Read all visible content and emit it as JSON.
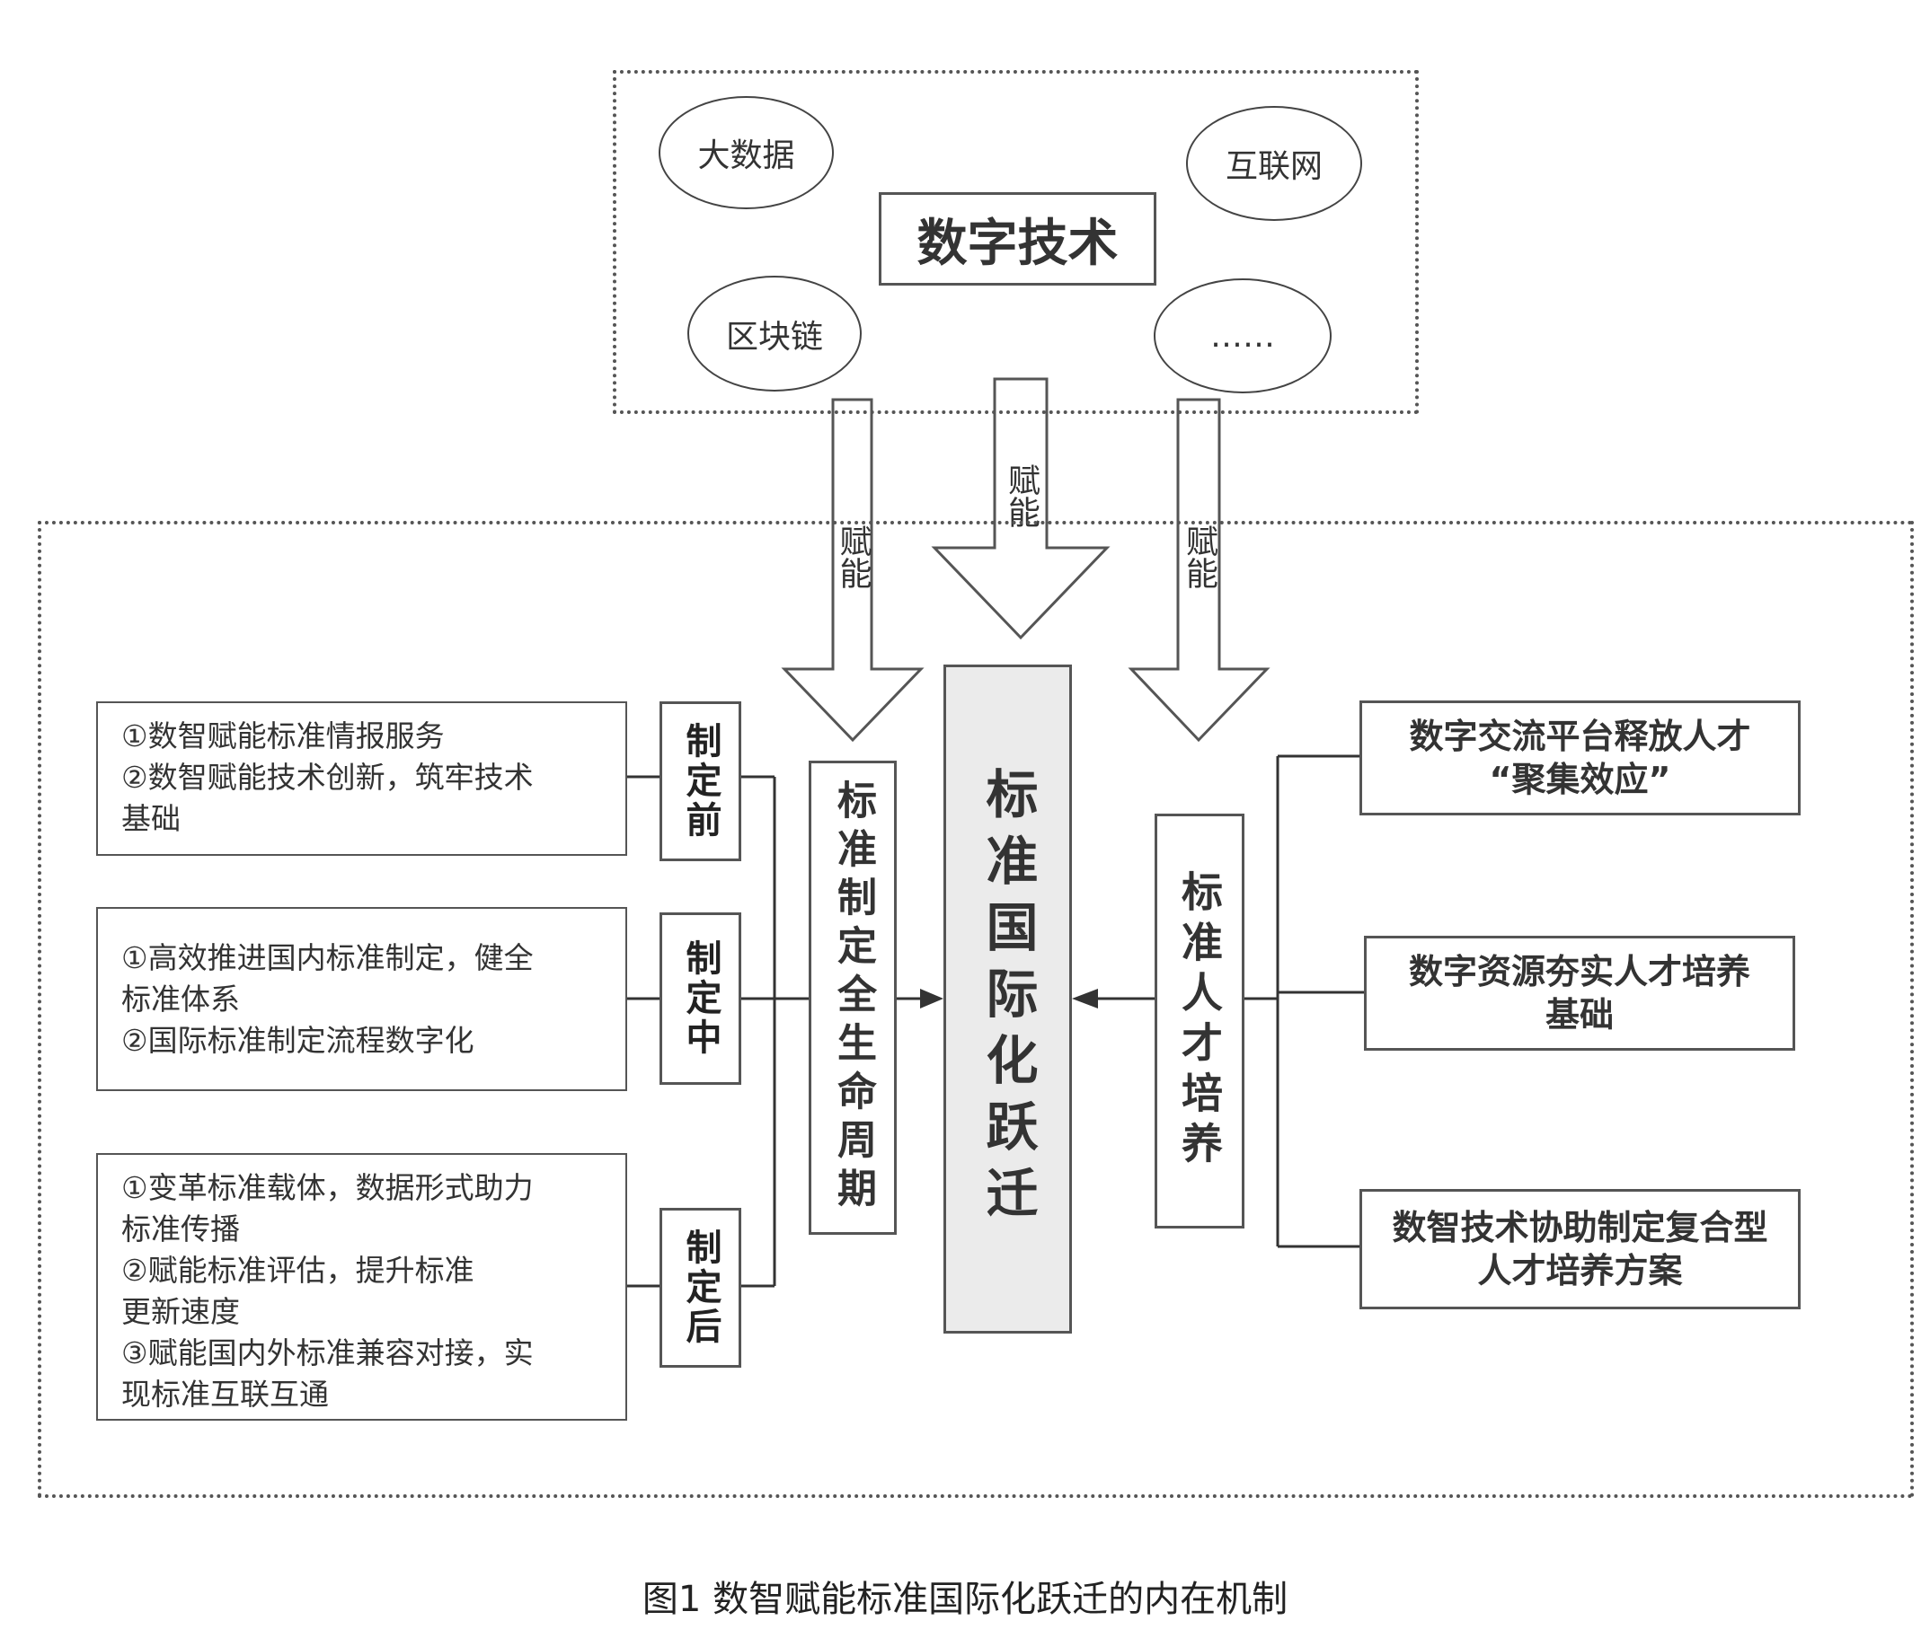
{
  "digital_tech": {
    "title": "数字技术",
    "items": [
      "大数据",
      "互联网",
      "区块链",
      "……"
    ]
  },
  "arrows": {
    "left_label": "赋能",
    "center_label": "赋能",
    "right_label": "赋能"
  },
  "center": {
    "label": "标准国际化跃迁"
  },
  "lifecycle": {
    "label": "标准制定全生命周期",
    "stages": [
      {
        "name": "制定前",
        "lines": [
          "①数智赋能标准情报服务",
          "②数智赋能技术创新，筑牢技术",
          "基础"
        ]
      },
      {
        "name": "制定中",
        "lines": [
          "①高效推进国内标准制定，健全",
          "标准体系",
          "②国际标准制定流程数字化"
        ]
      },
      {
        "name": "制定后",
        "lines": [
          "①变革标准载体，数据形式助力",
          "标准传播",
          "②赋能标准评估，提升标准",
          "更新速度",
          "③赋能国内外标准兼容对接，实",
          "现标准互联互通"
        ]
      }
    ]
  },
  "talent": {
    "label": "标准人才培养",
    "items": [
      [
        "数字交流平台释放人才",
        "“聚集效应”"
      ],
      [
        "数字资源夯实人才培养",
        "基础"
      ],
      [
        "数智技术协助制定复合型",
        "人才培养方案"
      ]
    ]
  },
  "caption": "图1 数智赋能标准国际化跃迁的内在机制"
}
